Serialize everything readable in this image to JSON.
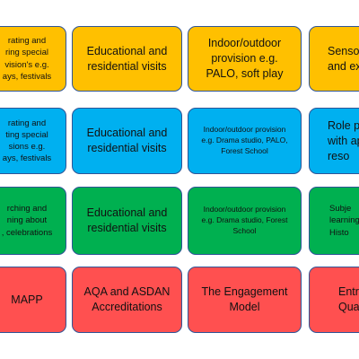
{
  "colors": {
    "yellow": "#ffc000",
    "blue": "#00b0f0",
    "green": "#00b050",
    "red": "#ff5050",
    "border": "#2f5597"
  },
  "rows": [
    {
      "color": "yellow",
      "cells": [
        "rating and\nring special\nvision's e.g.\nays, festivals",
        "Educational and\nresidential visits",
        "Indoor/outdoor\nprovision e.g.\nPALO, soft play",
        "Senso\nand ex"
      ]
    },
    {
      "color": "blue",
      "cells": [
        "rating and\nting special\nsions e.g.\nays, festivals",
        "Educational and\nresidential visits",
        "Indoor/outdoor provision\ne.g. Drama studio, PALO,\nForest School",
        "Role p\nwith ap\nreso"
      ]
    },
    {
      "color": "green",
      "cells": [
        "rching and\nning about\n, celebrations",
        "Educational and\nresidential visits",
        "Indoor/outdoor provision\ne.g. Drama studio, Forest\nSchool",
        "Subje\nlearning\nHisto"
      ]
    },
    {
      "color": "red",
      "cells": [
        "MAPP",
        "AQA and ASDAN\nAccreditations",
        "The Engagement\nModel",
        "Entr\nQuali"
      ]
    }
  ]
}
